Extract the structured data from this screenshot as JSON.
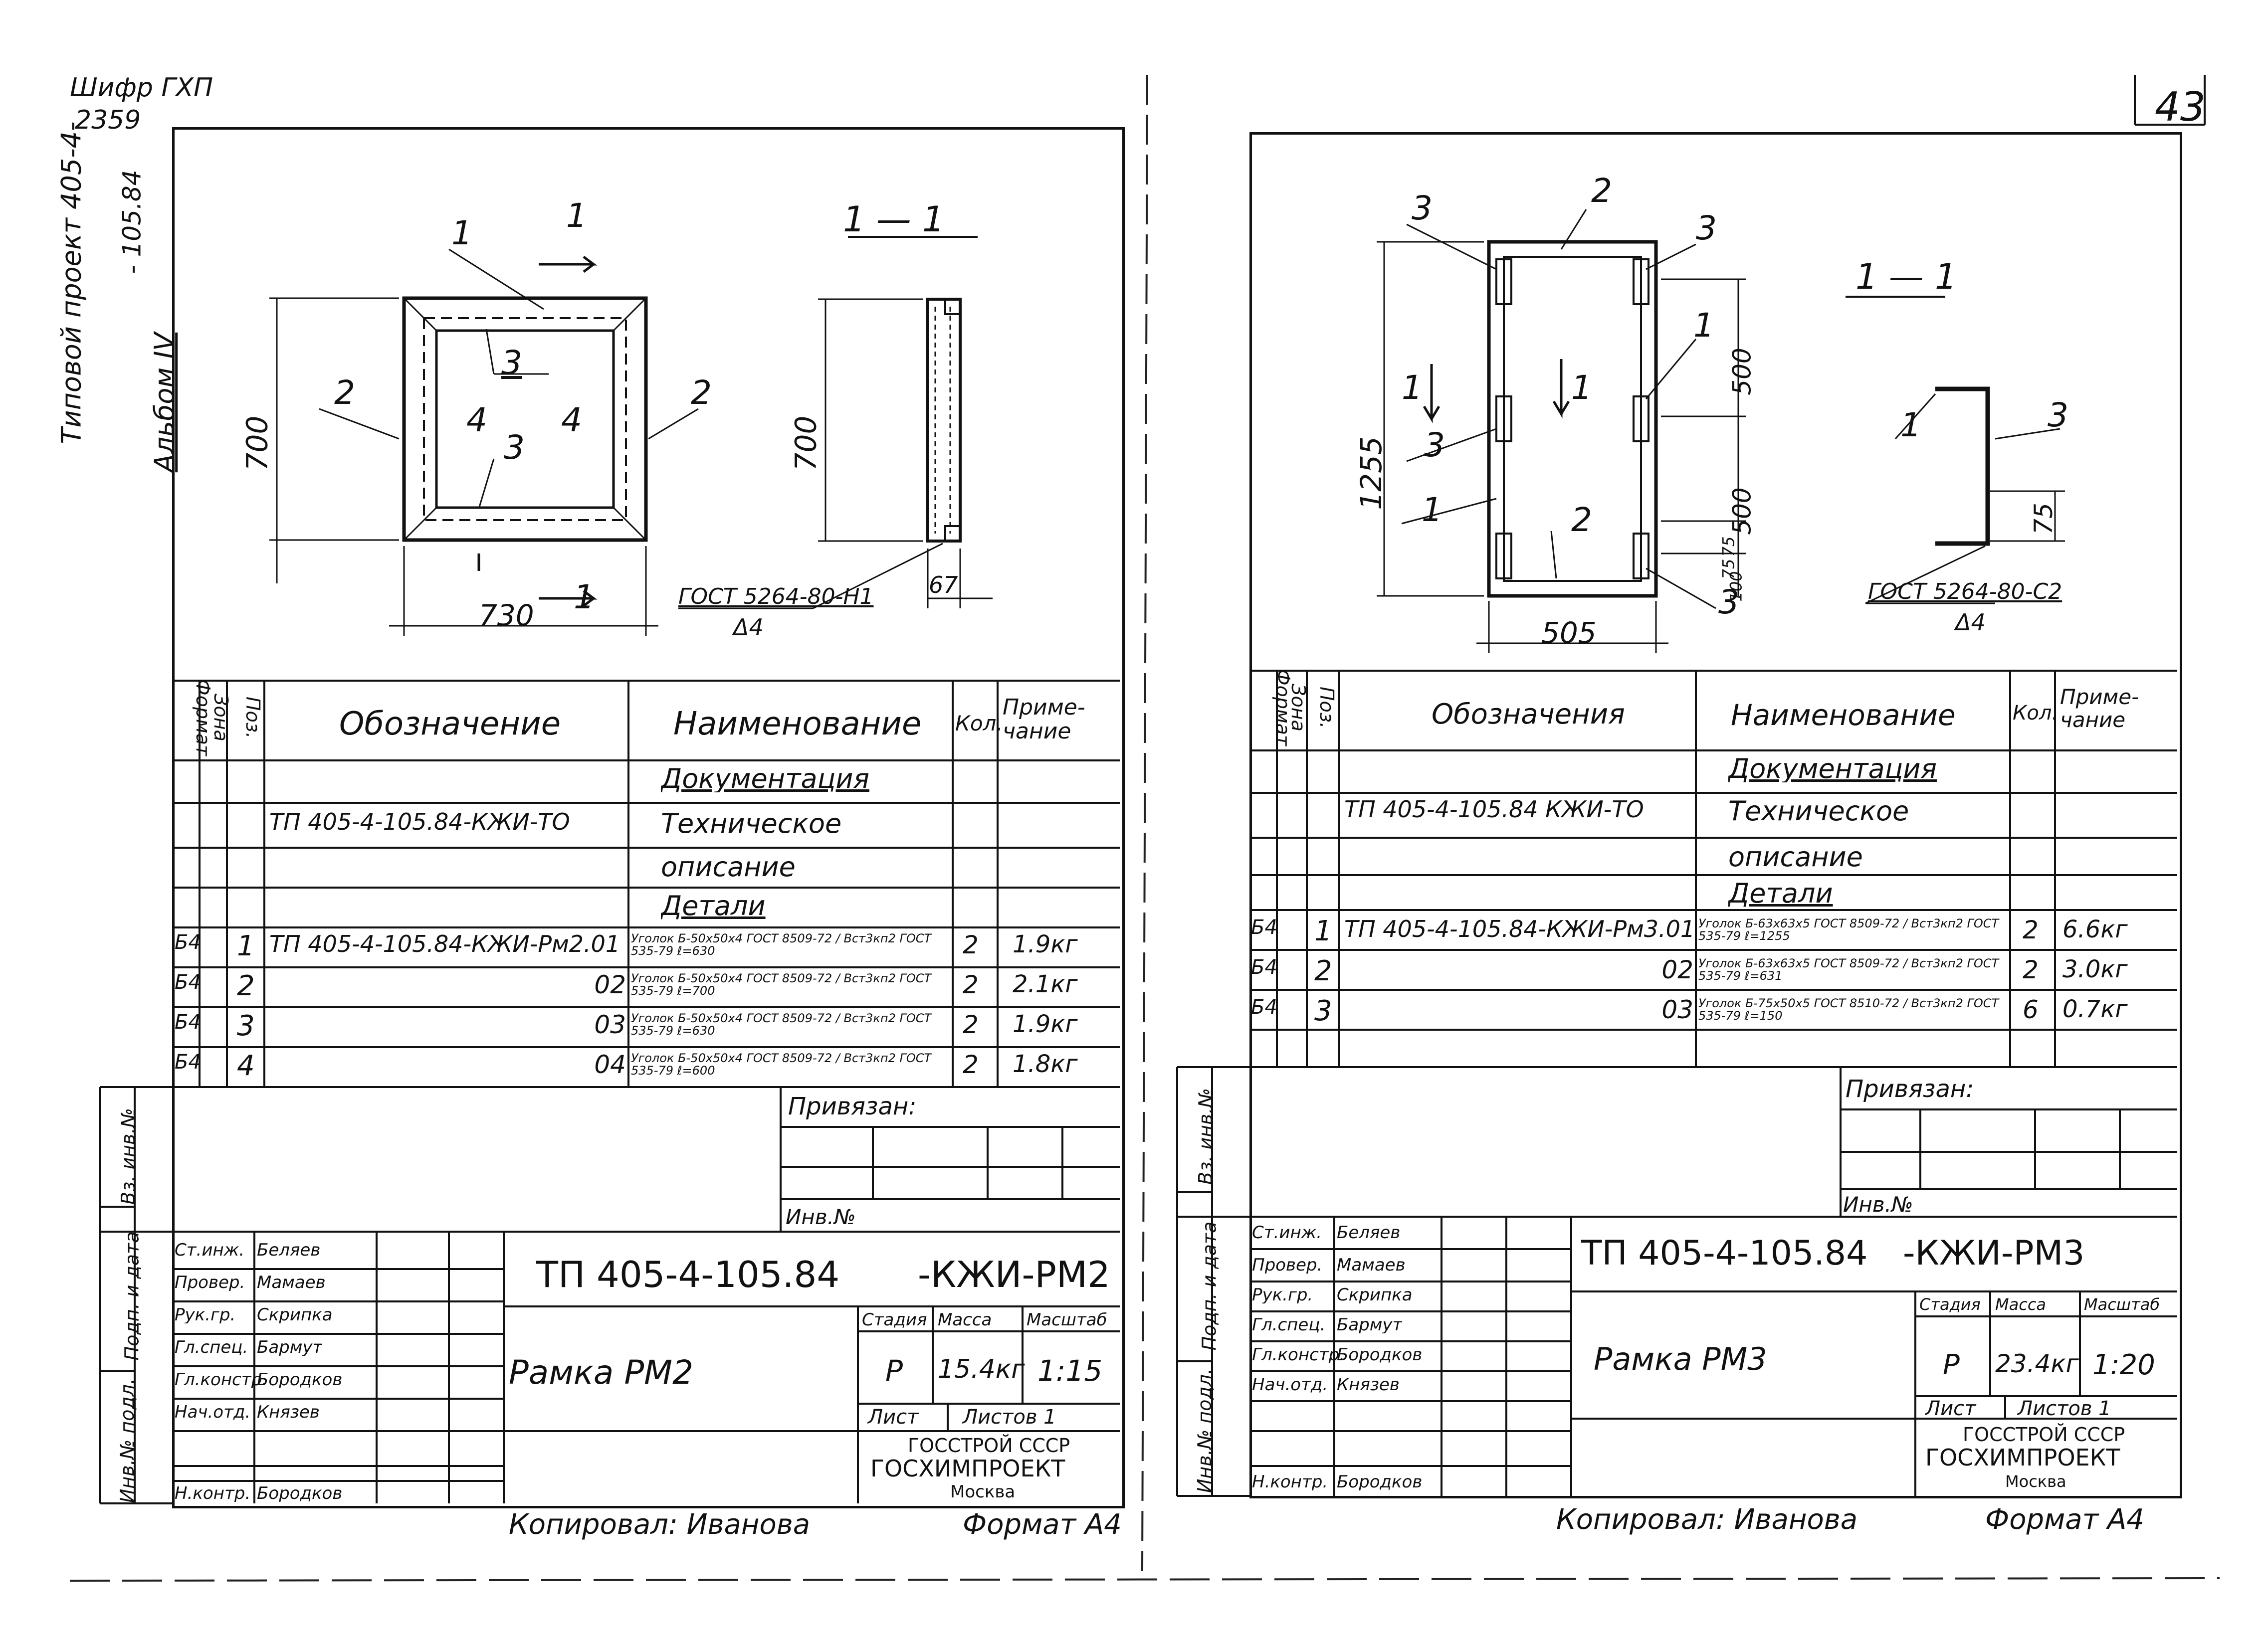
{
  "top_left_code": [
    "Шифр ГХП",
    "2359"
  ],
  "side_note": [
    "Типовой проект 405-4-",
    "- 105.84",
    "Альбом IV"
  ],
  "page_number": "43",
  "left": {
    "drawing": {
      "section_title": "1 — 1",
      "pos_labels": [
        "1",
        "2",
        "2",
        "3",
        "3",
        "4",
        "4"
      ],
      "section_marks": [
        "1",
        "1"
      ],
      "dims": {
        "height": "700",
        "width": "730",
        "section_height": "700",
        "small": "67"
      },
      "weld_note": "ГОСТ 5264-80-Н1",
      "weld_size": "Δ4"
    },
    "spec": {
      "headers": {
        "format": "Формат",
        "zone": "Зона",
        "pos": "Поз.",
        "designation": "Обозначение",
        "name": "Наименование",
        "qty": "Кол.",
        "note": "Приме-чание"
      },
      "rows": [
        {
          "format": "",
          "zone": "",
          "pos": "",
          "designation": "",
          "name": "Документация",
          "qty": "",
          "note": ""
        },
        {
          "format": "",
          "zone": "",
          "pos": "",
          "designation": "ТП 405-4-105.84-КЖИ-ТО",
          "name": "Техническое",
          "qty": "",
          "note": ""
        },
        {
          "format": "",
          "zone": "",
          "pos": "",
          "designation": "",
          "name": "описание",
          "qty": "",
          "note": ""
        },
        {
          "format": "",
          "zone": "",
          "pos": "",
          "designation": "",
          "name": "Детали",
          "qty": "",
          "note": ""
        },
        {
          "format": "Б4",
          "zone": "",
          "pos": "1",
          "designation": "ТП 405-4-105.84-КЖИ-Рм2.01",
          "name": "Уголок Б-50х50х4 ГОСТ 8509-72 / Вст3кп2 ГОСТ 535-79 ℓ=630",
          "qty": "2",
          "note": "1.9кг"
        },
        {
          "format": "Б4",
          "zone": "",
          "pos": "2",
          "designation": "02",
          "name": "Уголок Б-50х50х4 ГОСТ 8509-72 / Вст3кп2 ГОСТ 535-79 ℓ=700",
          "qty": "2",
          "note": "2.1кг"
        },
        {
          "format": "Б4",
          "zone": "",
          "pos": "3",
          "designation": "03",
          "name": "Уголок Б-50х50х4 ГОСТ 8509-72 / Вст3кп2 ГОСТ 535-79 ℓ=630",
          "qty": "2",
          "note": "1.9кг"
        },
        {
          "format": "Б4",
          "zone": "",
          "pos": "4",
          "designation": "04",
          "name": "Уголок Б-50х50х4 ГОСТ 8509-72 / Вст3кп2 ГОСТ 535-79 ℓ=600",
          "qty": "2",
          "note": "1.8кг"
        }
      ]
    },
    "privyazan": "Привязан:",
    "inv_no": "Инв.№",
    "side_stamp": [
      "Инв.№ подл.",
      "Подп. и дата",
      "Вз. инв.№"
    ],
    "signatures": [
      {
        "role": "Ст.инж.",
        "name": "Беляев"
      },
      {
        "role": "Провер.",
        "name": "Мамаев"
      },
      {
        "role": "Рук.гр.",
        "name": "Скрипка"
      },
      {
        "role": "Гл.спец.",
        "name": "Бармут"
      },
      {
        "role": "Гл.констр.",
        "name": "Бородков"
      },
      {
        "role": "Нач.отд.",
        "name": "Князев"
      },
      {
        "role": "",
        "name": ""
      },
      {
        "role": "Н.контр.",
        "name": "Бородков"
      }
    ],
    "doc_code": "ТП 405-4-105.84",
    "doc_suffix": "-КЖИ-РМ2",
    "title": "Рамка РМ2",
    "stage_hdr": "Стадия",
    "mass_hdr": "Масса",
    "scale_hdr": "Масштаб",
    "stage": "Р",
    "mass": "15.4кг",
    "scale": "1:15",
    "sheet": "Лист",
    "sheets": "Листов 1",
    "org": [
      "ГОССТРОЙ СССР",
      "ГОСХИМПРОЕКТ",
      "Москва"
    ],
    "copied": "Копировал: Иванова",
    "format": "Формат А4"
  },
  "right": {
    "drawing": {
      "section_title": "1 — 1",
      "pos_labels": [
        "2",
        "3",
        "3",
        "1",
        "3",
        "1",
        "2",
        "3",
        "1",
        "3"
      ],
      "section_marks": [
        "1",
        "1"
      ],
      "dims": {
        "height": "1255",
        "a": "500",
        "b": "500",
        "c": "75",
        "d": "75",
        "e": "100",
        "width": "505",
        "flange": "75"
      },
      "weld_note": "ГОСТ 5264-80-С2",
      "weld_size": "Δ4"
    },
    "spec": {
      "headers": {
        "format": "Формат",
        "zone": "Зона",
        "pos": "Поз.",
        "designation": "Обозначения",
        "name": "Наименование",
        "qty": "Кол.",
        "note": "Приме-чание"
      },
      "rows": [
        {
          "format": "",
          "zone": "",
          "pos": "",
          "designation": "",
          "name": "Документация",
          "qty": "",
          "note": ""
        },
        {
          "format": "",
          "zone": "",
          "pos": "",
          "designation": "ТП 405-4-105.84 КЖИ-ТО",
          "name": "Техническое",
          "qty": "",
          "note": ""
        },
        {
          "format": "",
          "zone": "",
          "pos": "",
          "designation": "",
          "name": "описание",
          "qty": "",
          "note": ""
        },
        {
          "format": "",
          "zone": "",
          "pos": "",
          "designation": "",
          "name": "Детали",
          "qty": "",
          "note": ""
        },
        {
          "format": "Б4",
          "zone": "",
          "pos": "1",
          "designation": "ТП 405-4-105.84-КЖИ-Рм3.01",
          "name": "Уголок Б-63х63х5 ГОСТ 8509-72 / Вст3кп2 ГОСТ 535-79 ℓ=1255",
          "qty": "2",
          "note": "6.6кг"
        },
        {
          "format": "Б4",
          "zone": "",
          "pos": "2",
          "designation": "02",
          "name": "Уголок Б-63х63х5 ГОСТ 8509-72 / Вст3кп2 ГОСТ 535-79 ℓ=631",
          "qty": "2",
          "note": "3.0кг"
        },
        {
          "format": "Б4",
          "zone": "",
          "pos": "3",
          "designation": "03",
          "name": "Уголок Б-75х50х5 ГОСТ 8510-72 / Вст3кп2 ГОСТ 535-79 ℓ=150",
          "qty": "6",
          "note": "0.7кг"
        },
        {
          "format": "",
          "zone": "",
          "pos": "",
          "designation": "",
          "name": "",
          "qty": "",
          "note": ""
        }
      ]
    },
    "privyazan": "Привязан:",
    "inv_no": "Инв.№",
    "side_stamp": [
      "Инв.№ подл.",
      "Подп. и дата",
      "Вз. инв.№"
    ],
    "signatures": [
      {
        "role": "Ст.инж.",
        "name": "Беляев"
      },
      {
        "role": "Провер.",
        "name": "Мамаев"
      },
      {
        "role": "Рук.гр.",
        "name": "Скрипка"
      },
      {
        "role": "Гл.спец.",
        "name": "Бармут"
      },
      {
        "role": "Гл.констр.",
        "name": "Бородков"
      },
      {
        "role": "Нач.отд.",
        "name": "Князев"
      },
      {
        "role": "",
        "name": ""
      },
      {
        "role": "Н.контр.",
        "name": "Бородков"
      }
    ],
    "doc_code": "ТП 405-4-105.84",
    "doc_suffix": "-КЖИ-РМ3",
    "title": "Рамка РМ3",
    "stage_hdr": "Стадия",
    "mass_hdr": "Масса",
    "scale_hdr": "Масштаб",
    "stage": "Р",
    "mass": "23.4кг",
    "scale": "1:20",
    "sheet": "Лист",
    "sheets": "Листов 1",
    "org": [
      "ГОССТРОЙ СССР",
      "ГОСХИМПРОЕКТ",
      "Москва"
    ],
    "copied": "Копировал: Иванова",
    "format": "Формат А4"
  }
}
